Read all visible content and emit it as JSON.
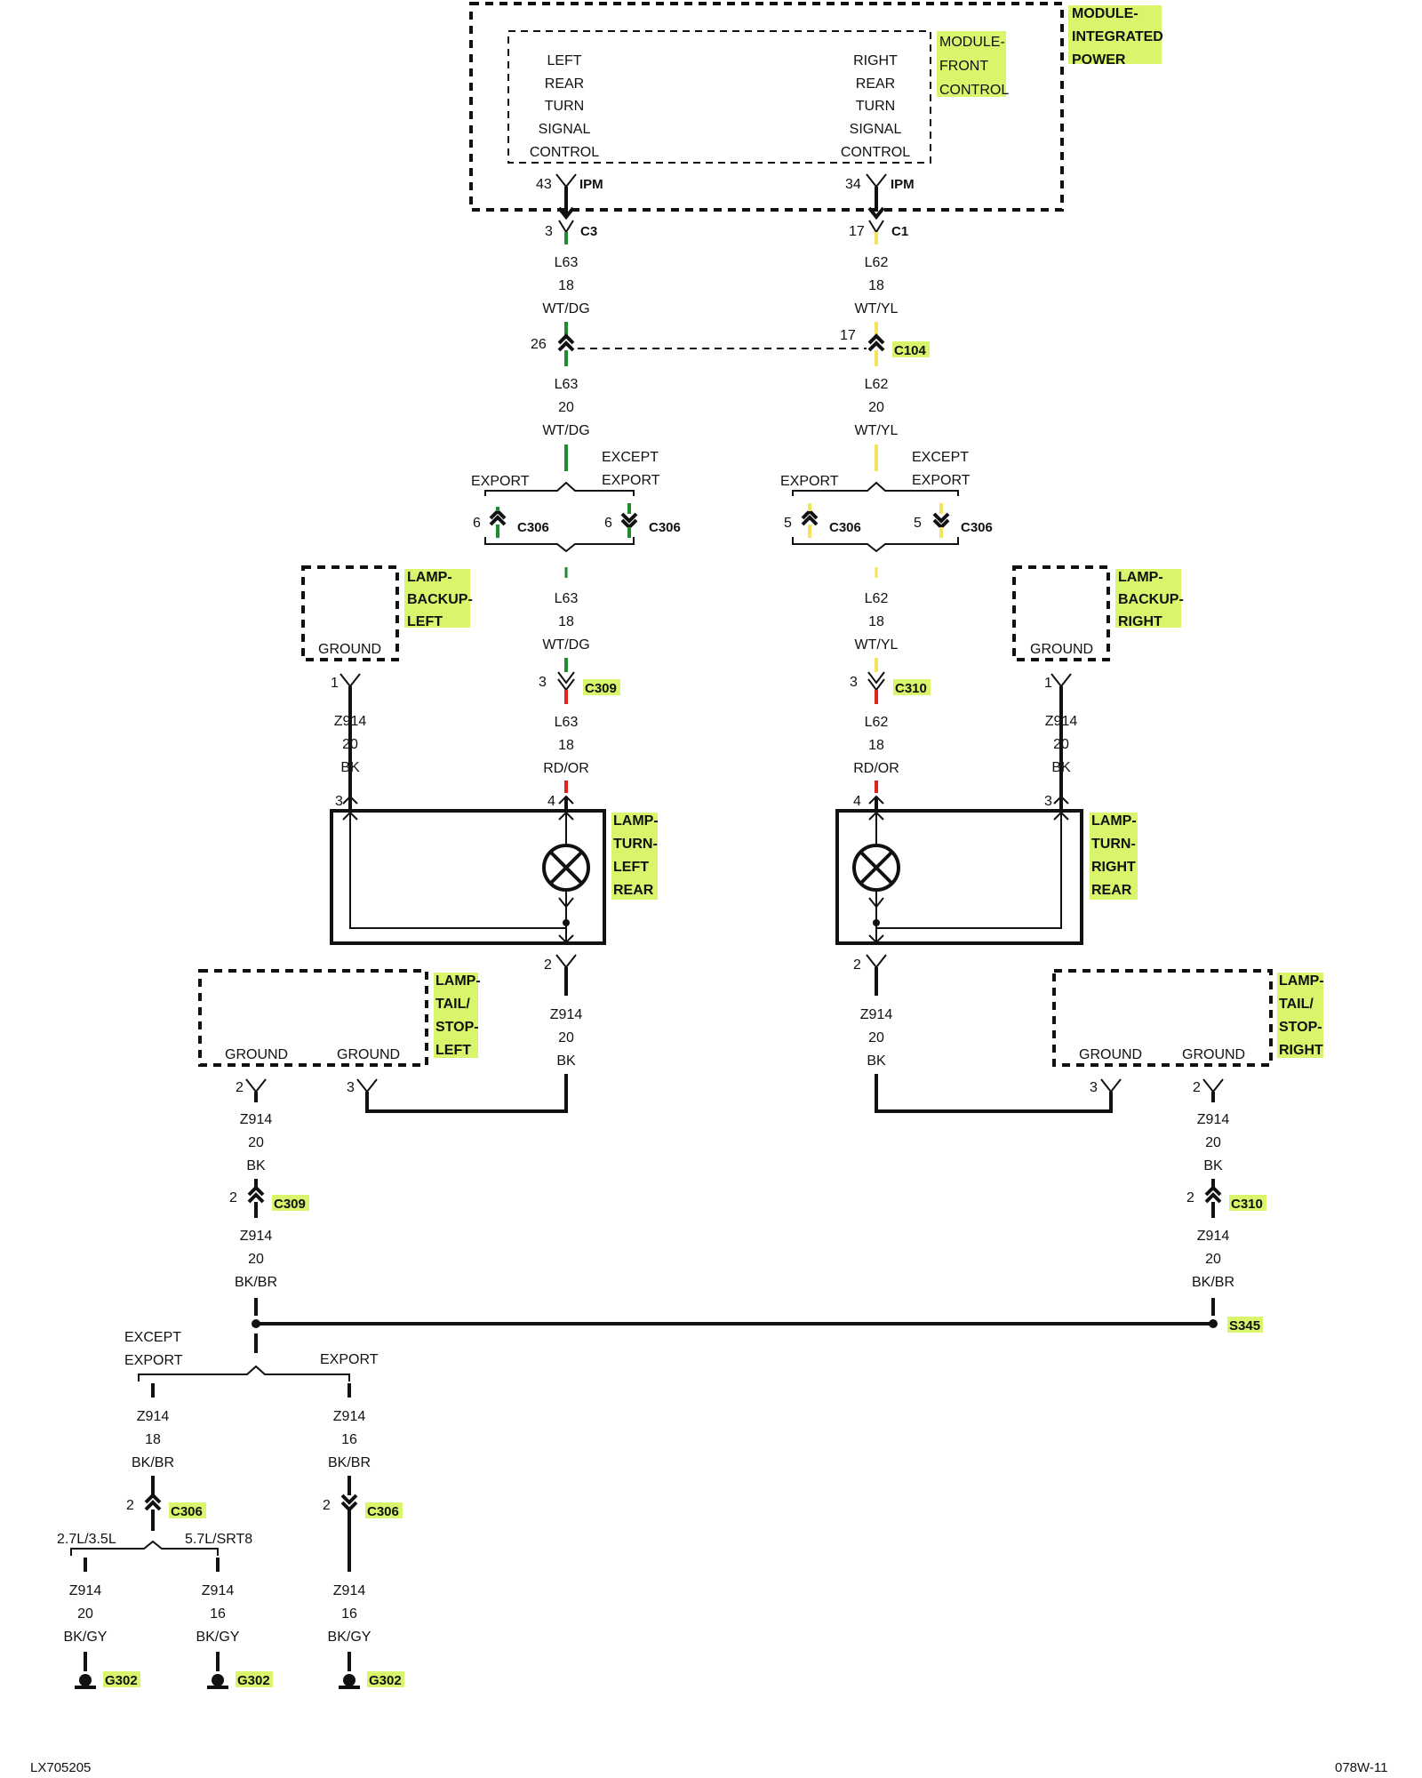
{
  "colors": {
    "highlight": "#d9f56b",
    "wire_green": "#1f8a2e",
    "wire_yellow": "#f5e35c",
    "wire_red": "#e0231b",
    "ink": "#111111"
  },
  "components": {
    "ipm": "MODULE-INTEGRATED POWER",
    "fcm": "MODULE-FRONT CONTROL",
    "left_turn_ctrl": "LEFT REAR TURN SIGNAL CONTROL",
    "right_turn_ctrl": "RIGHT REAR TURN SIGNAL CONTROL",
    "backup_left": "LAMP-BACKUP-LEFT",
    "backup_right": "LAMP-BACKUP-RIGHT",
    "turn_left_rear": "LAMP-TURN-LEFT REAR",
    "turn_right_rear": "LAMP-TURN-RIGHT REAR",
    "tail_left": "LAMP-TAIL/STOP-LEFT",
    "tail_right": "LAMP-TAIL/STOP-RIGHT",
    "ground": "GROUND"
  },
  "connectors": {
    "ipm": "IPM",
    "c3": "C3",
    "c1": "C1",
    "c104": "C104",
    "c306": "C306",
    "c309": "C309",
    "c310": "C310",
    "s345": "S345",
    "g302": "G302"
  },
  "pins": {
    "ipm_left": "43",
    "ipm_right": "34",
    "c3": "3",
    "c1": "17",
    "c104_left": "26",
    "c104_right": "17",
    "c306_left": "6",
    "c306_right": "5",
    "c309_sig": "3",
    "c310_sig": "3",
    "backup": "1",
    "lamp_gnd": "3",
    "lamp_sig": "4",
    "lamp_out": "2",
    "tail_gnd2": "2",
    "tail_gnd3": "3",
    "c309_gnd": "2",
    "c310_gnd": "2",
    "c306_gnd": "2"
  },
  "wires": {
    "l63": "L63",
    "l62": "L62",
    "z914": "Z914",
    "g18": "18",
    "g20": "20",
    "g16": "16",
    "wtdg": "WT/DG",
    "wtyl": "WT/YL",
    "rdor": "RD/OR",
    "bk": "BK",
    "bkbr": "BK/BR",
    "bkgy": "BK/GY"
  },
  "options": {
    "export": "EXPORT",
    "except": "EXCEPT",
    "eng1": "2.7L/3.5L",
    "eng2": "5.7L/SRT8"
  },
  "footer": {
    "left": "LX705205",
    "right": "078W-11"
  }
}
